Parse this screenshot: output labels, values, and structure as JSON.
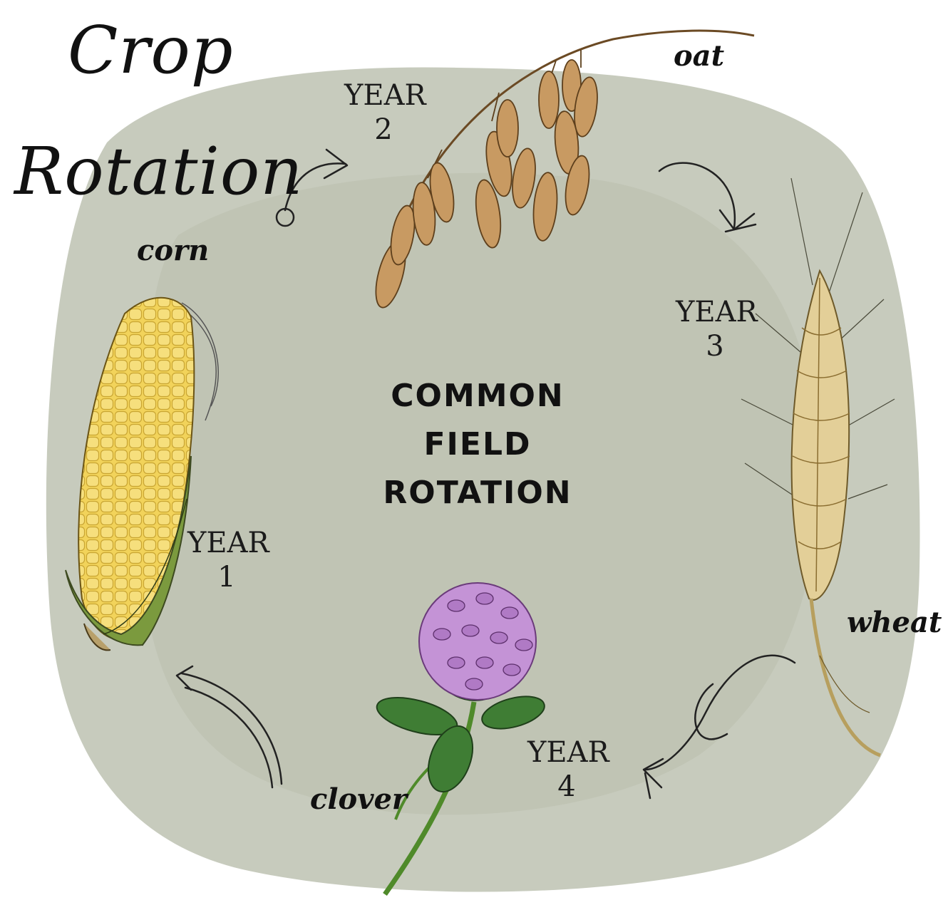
{
  "title": {
    "line1": "Crop",
    "line2": "Rotation"
  },
  "center_label": {
    "line1": "COMMON",
    "line2": "FIELD",
    "line3": "ROTATION"
  },
  "stages": [
    {
      "year_label": "YEAR",
      "year_number": "1",
      "crop": "corn"
    },
    {
      "year_label": "YEAR",
      "year_number": "2",
      "crop": "oat"
    },
    {
      "year_label": "YEAR",
      "year_number": "3",
      "crop": "wheat"
    },
    {
      "year_label": "YEAR",
      "year_number": "4",
      "crop": "clover"
    }
  ],
  "colors": {
    "blob_outer": "#c7cbbd",
    "blob_inner": "#bec2b2",
    "corn_kernel": "#f2d35a",
    "corn_husk": "#8faa4c",
    "oat": "#c89a62",
    "wheat": "#e3cf98",
    "clover_flower": "#c493d6",
    "clover_leaf": "#3f7d34"
  },
  "icons": [
    "corn-illustration",
    "oat-illustration",
    "wheat-illustration",
    "clover-illustration",
    "rotation-arrow-icon"
  ]
}
